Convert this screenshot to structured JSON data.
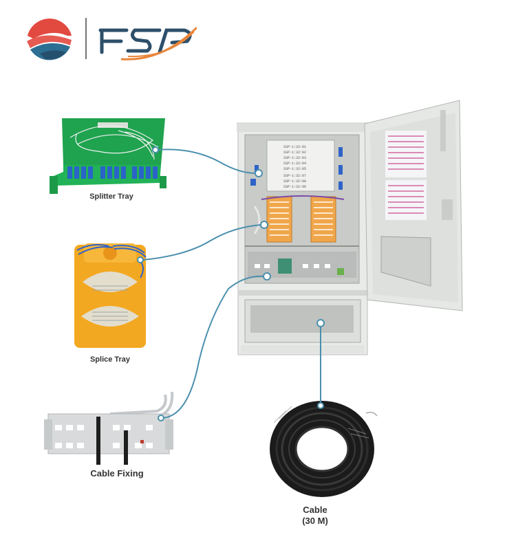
{
  "brand": {
    "logo_text": "FSP",
    "colors": {
      "red": "#e2493f",
      "blue": "#2d6e93",
      "orange": "#e8853a",
      "navy": "#25506d"
    }
  },
  "cabinet": {
    "splitter_label_lines": [
      "SSP-1:32:01",
      "SSP-1:32:02",
      "SSP-1:32:03",
      "SSP-1:32:04",
      "SSP-1:32:05"
    ],
    "splitter_label_lines_2": [
      "SSP-1:32:07",
      "SSP-1:32:08",
      "SSP-1:32:09"
    ]
  },
  "parts": [
    {
      "key": "splitter",
      "label": "Splitter Tray"
    },
    {
      "key": "splice",
      "label": "Splice Tray"
    },
    {
      "key": "fixing",
      "label": "Cable Fixing"
    },
    {
      "key": "cable",
      "label_line1": "Cable",
      "label_line2": "(30 M)"
    }
  ],
  "leader_color": "#4a8fad"
}
